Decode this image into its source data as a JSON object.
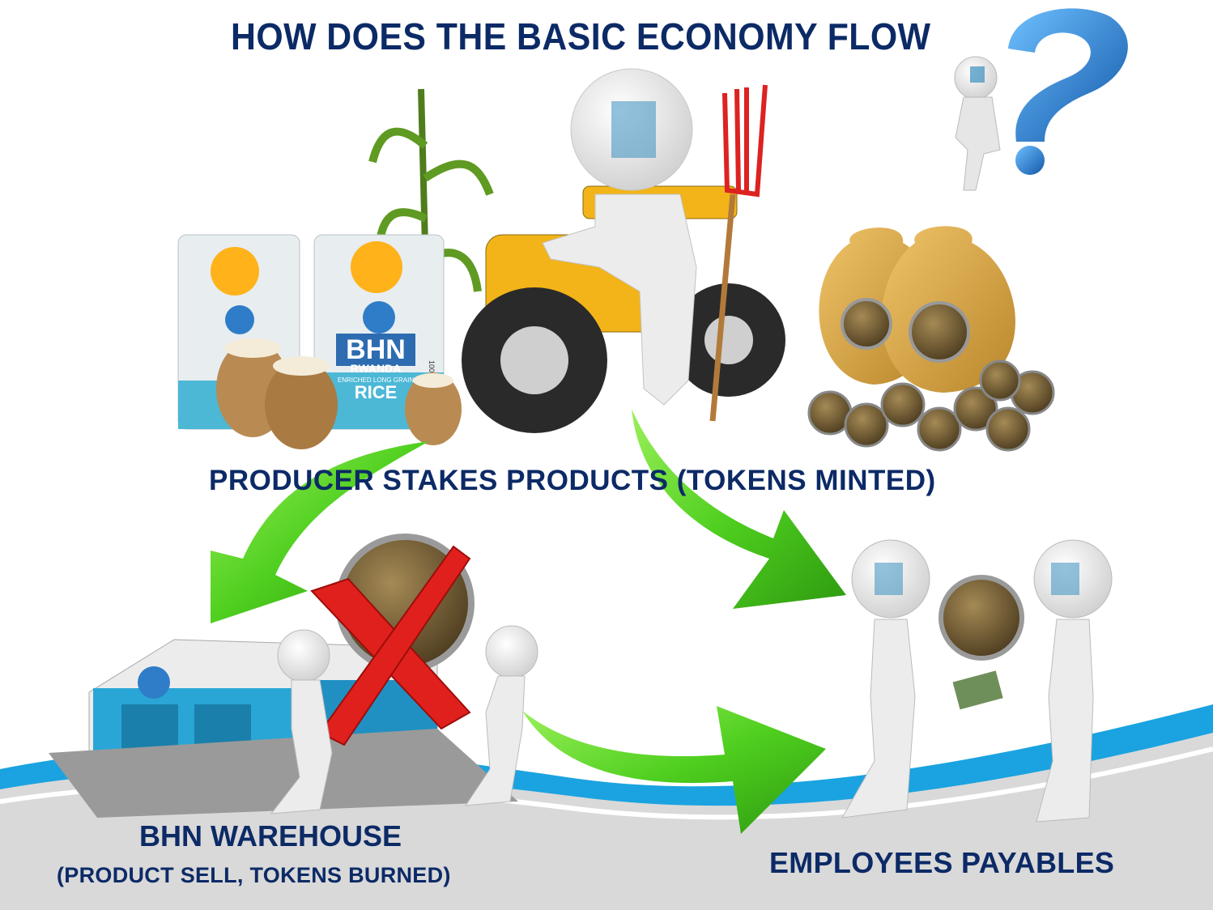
{
  "title": "HOW DOES THE BASIC ECONOMY FLOW",
  "nodes": {
    "producer": {
      "label": "PRODUCER STAKES PRODUCTS (TOKENS MINTED)"
    },
    "warehouse": {
      "label": "BHN WAREHOUSE",
      "sublabel": "(PRODUCT SELL, TOKENS BURNED)"
    },
    "employees": {
      "label": "EMPLOYEES PAYABLES"
    }
  },
  "rice_bag": {
    "brand": "BHN",
    "country": "RWANDA",
    "grain": "ENRICHED LONG GRAIN",
    "product": "RICE",
    "weight": "100 lbs."
  },
  "colors": {
    "title": "#0c2a66",
    "arrow_green": "#4fcf1f",
    "water_blue": "#1aa3e0",
    "ground_gray": "#d6d6d6",
    "cross_red": "#e0201c",
    "question_blue": "#1e7fd6",
    "warehouse_blue": "#2aa6d6",
    "tractor_yellow": "#f2b418"
  },
  "icons": [
    "question-mark-icon",
    "tractor-icon",
    "pitchfork-icon",
    "corn-plant-icon",
    "money-bag-icon",
    "coin-icon",
    "warehouse-icon",
    "red-x-icon",
    "handshake-figures-icon"
  ]
}
